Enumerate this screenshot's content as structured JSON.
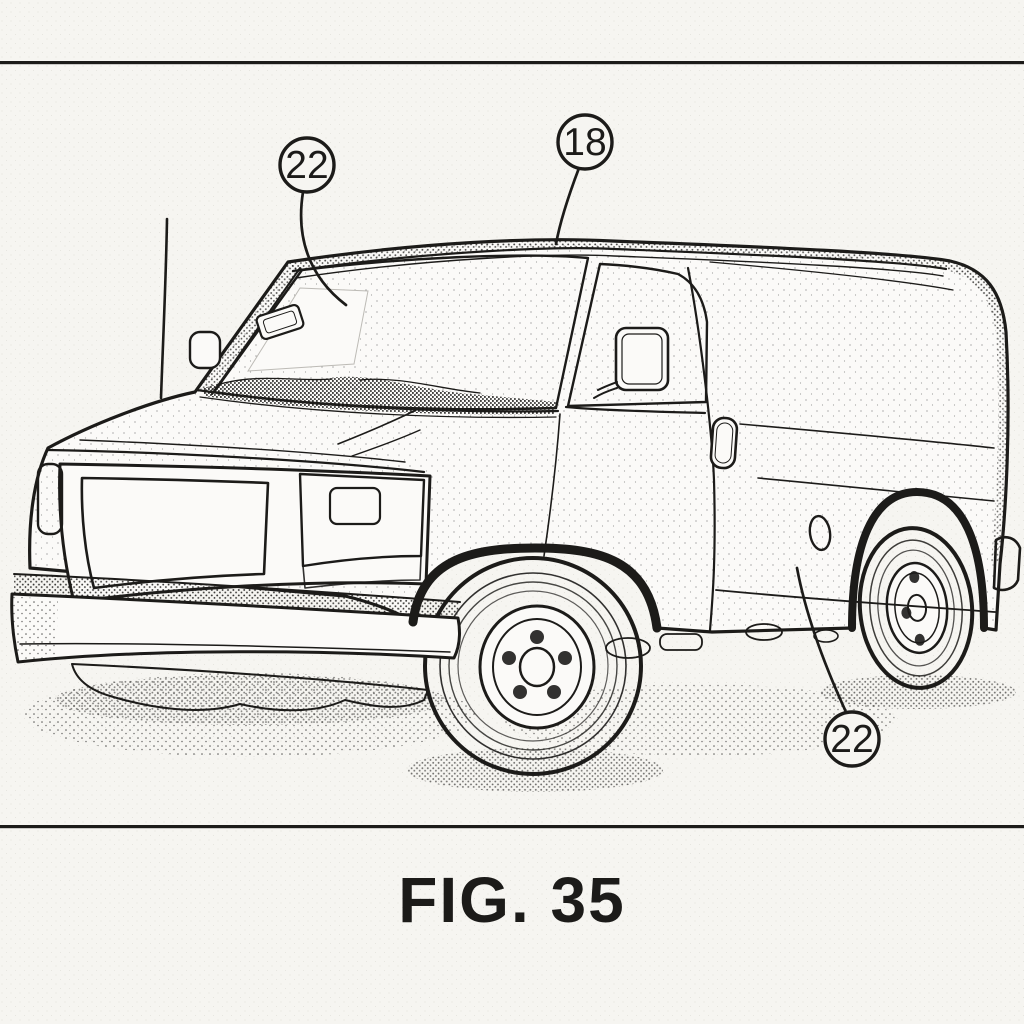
{
  "figure": {
    "label": "FIG. 35"
  },
  "callouts": [
    {
      "number": "22",
      "target": "windshield-sticker"
    },
    {
      "number": "18",
      "target": "roof-panel"
    },
    {
      "number": "22",
      "target": "body-side-panel"
    }
  ],
  "illustration": {
    "name": "cargo-van-front-three-quarter-line-drawing"
  },
  "colors": {
    "paper": "#f6f5f1",
    "ink": "#1c1b19",
    "body": "#fbfaf8"
  }
}
